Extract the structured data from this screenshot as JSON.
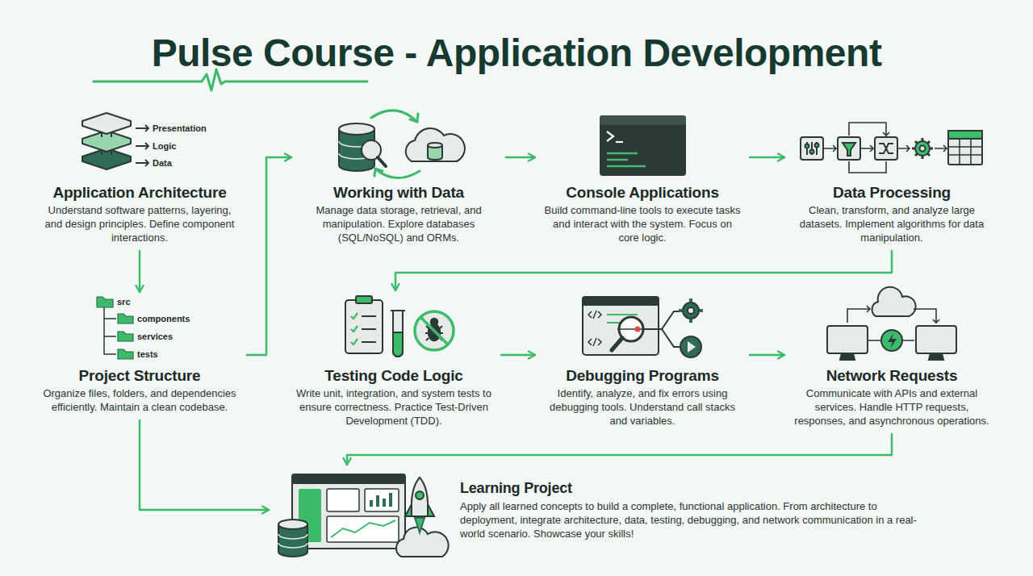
{
  "diagram": {
    "title": "Pulse Course - Application Development",
    "nodes": [
      {
        "text": [
          "Application Architecture",
          "Understand software patterns, layering, and design principles. Define component interactions."
        ]
      },
      {
        "text": [
          "Working with Data",
          "Manage data storage, retrieval, and manipulation. Explore databases (SQL/NoSQL) and ORMs."
        ]
      },
      {
        "text": [
          "Console Applications",
          "Build command-line tools to execute tasks and interact with the system. Focus on core logic."
        ]
      },
      {
        "text": [
          "Data Processing",
          "Clean, transform, and analyze large datasets. Implement algorithms for data manipulation."
        ]
      },
      {
        "text": [
          "Project Structure",
          "Organize files, folders, and dependencies efficiently. Maintain a clean codebase."
        ]
      },
      {
        "text": [
          "Testing Code Logic",
          "Write unit, integration, and system tests to ensure correctness. Practice Test-Driven Development (TDD)."
        ]
      },
      {
        "text": [
          "Debugging Programs",
          "Identify, analyze, and fix errors using debugging tools. Understand call stacks and variables."
        ]
      },
      {
        "text": [
          "Network Requests",
          "Communicate with APIs and external services. Handle HTTP requests, responses, and asynchronous operations."
        ]
      },
      {
        "text": [
          "Learning Project",
          "Apply all learned concepts to build a complete, functional application. From architecture to deployment, integrate architecture, data, testing, debugging, and network communication in a real-world scenario. Showcase your skills!"
        ]
      }
    ],
    "edges": [
      {
        "from": 0,
        "to": 4,
        "arrow": "to"
      },
      {
        "from": 4,
        "to": 1,
        "arrow": "to"
      },
      {
        "from": 1,
        "to": 2,
        "arrow": "to"
      },
      {
        "from": 2,
        "to": 3,
        "arrow": "to"
      },
      {
        "from": 3,
        "to": 5,
        "arrow": "to"
      },
      {
        "from": 5,
        "to": 6,
        "arrow": "to"
      },
      {
        "from": 6,
        "to": 7,
        "arrow": "to"
      },
      {
        "from": 7,
        "to": 8,
        "arrow": "to"
      },
      {
        "from": 4,
        "to": 8,
        "arrow": "to"
      }
    ],
    "labels": [
      "Presentation",
      "Logic",
      "Data",
      "src",
      "components",
      "services",
      "tests"
    ]
  }
}
